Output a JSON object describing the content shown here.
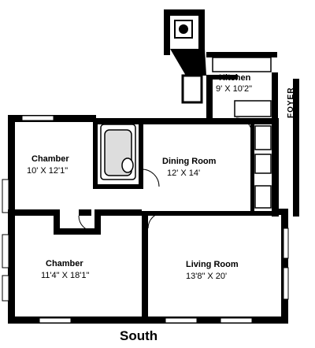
{
  "rooms": {
    "kitchen": {
      "name": "Kitchen",
      "dims": "9' X 10'2\""
    },
    "chamber_1": {
      "name": "Chamber",
      "dims": "10' X 12'1\""
    },
    "dining_room": {
      "name": "Dining Room",
      "dims": "12' X 14'"
    },
    "chamber_2": {
      "name": "Chamber",
      "dims": "11'4\" X 18'1\""
    },
    "living_room": {
      "name": "Living Room",
      "dims": "13'8\" X 20'"
    },
    "foyer": {
      "name": "FOYER"
    }
  },
  "orientation": {
    "bottom_label": "South"
  }
}
